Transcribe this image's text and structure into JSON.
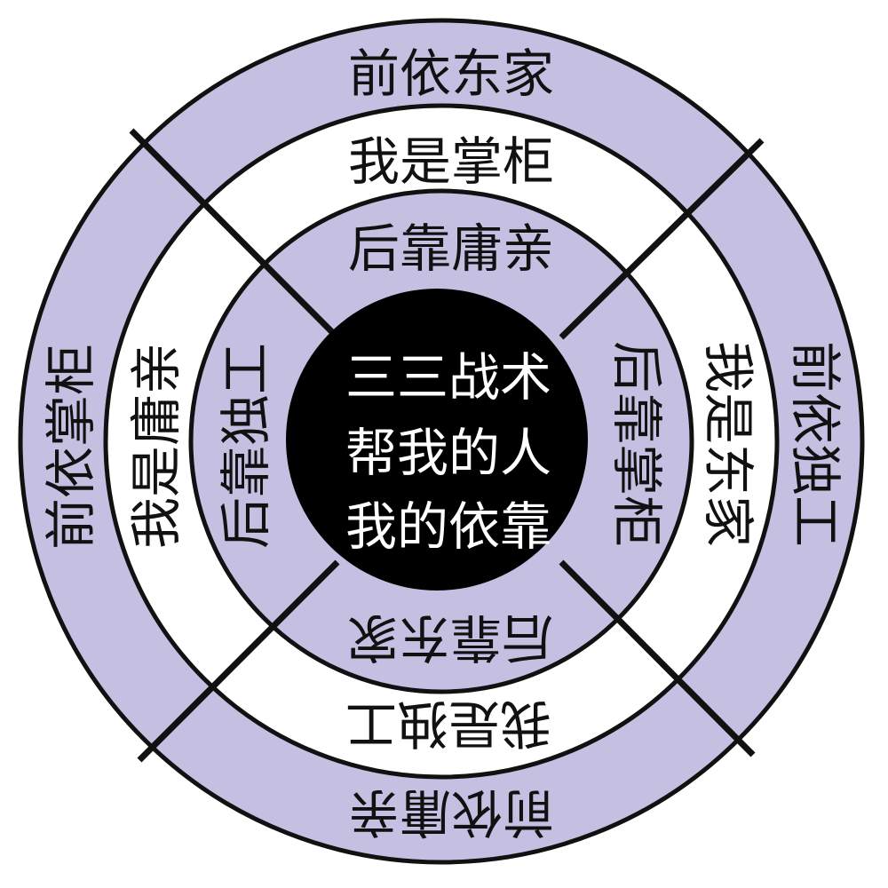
{
  "colors": {
    "outer_ring": "#c5c0e2",
    "middle_ring": "#ffffff",
    "inner_ring": "#c5c0e2",
    "center": "#000000",
    "center_text": "#ffffff",
    "text": "#111111",
    "lines": "#111111"
  },
  "center": {
    "line1": "三三战术",
    "line2": "帮我的人",
    "line3": "我的依靠"
  },
  "outer": {
    "top": "前依东家",
    "right": "前依独工",
    "bottom": "前依庸亲",
    "left": "前依掌柜"
  },
  "middle": {
    "top": "我是掌柜",
    "right": "我是东家",
    "bottom": "我是独工",
    "left": "我是庸亲"
  },
  "inner": {
    "top": "后靠庸亲",
    "right": "后靠掌柜",
    "bottom": "后靠东家",
    "left": "后靠独工"
  }
}
